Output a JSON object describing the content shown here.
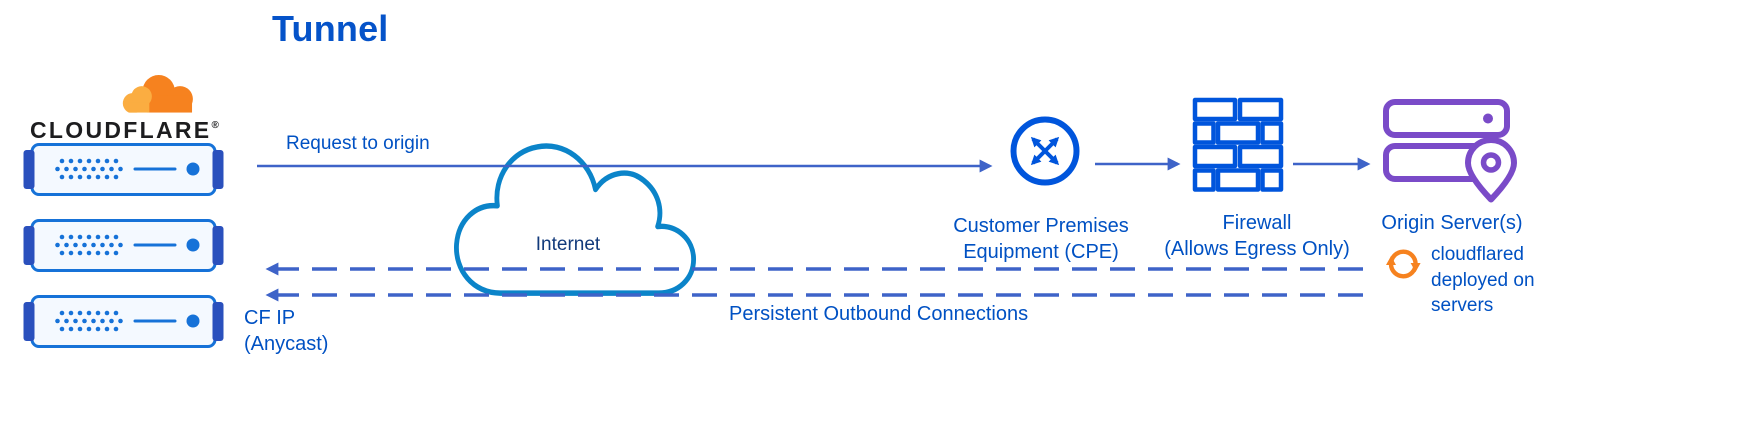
{
  "title": "Tunnel",
  "brand": {
    "name": "CLOUDFLARE",
    "registered": "®"
  },
  "labels": {
    "request": "Request to origin",
    "internet": "Internet",
    "cpe": "Customer Premises\nEquipment (CPE)",
    "firewall": "Firewall\n(Allows Egress Only)",
    "origin": "Origin Server(s)",
    "cloudflared": "cloudflared\ndeployed on\nservers",
    "persistent": "Persistent Outbound Connections",
    "cf_ip": "CF IP\n(Anycast)"
  },
  "colors": {
    "label_blue": "#0051c3",
    "title_blue": "#0553c9",
    "line_blue": "#3e63c8",
    "icon_blue": "#0055dc",
    "server_blue": "#1672d8",
    "server_cap_blue": "#2a50bd",
    "cloud_outline_blue": "#0b84c9",
    "internet_text_navy": "#123a7b",
    "origin_purple": "#7a4bc8",
    "cloudflare_orange": "#f6821f",
    "cloudflare_orange_light": "#fbad41",
    "brand_black": "#1d1d1f"
  },
  "icons": [
    "cloudflare-logo-icon",
    "edge-server-icon",
    "internet-cloud-icon",
    "cpe-router-icon",
    "firewall-icon",
    "origin-servers-icon",
    "location-pin-icon",
    "cloudflared-sync-icon",
    "request-arrow",
    "outbound-dashed-arrows"
  ]
}
